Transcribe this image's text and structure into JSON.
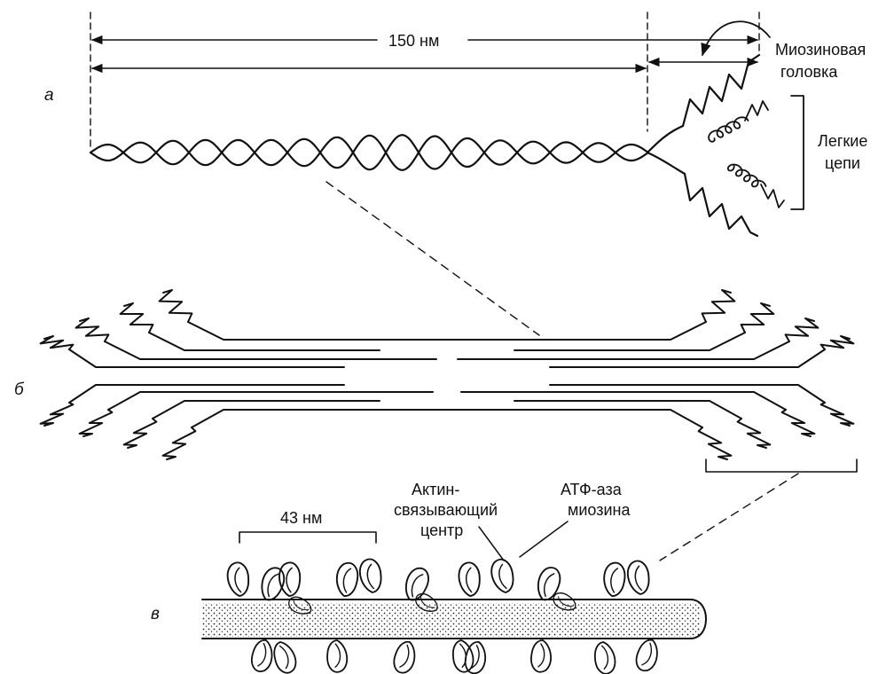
{
  "panels": {
    "a": "а",
    "b": "б",
    "c": "в"
  },
  "labels": {
    "length_150": "150 нм",
    "myosin_head_line1": "Миозиновая",
    "myosin_head_line2": "головка",
    "light_chains_line1": "Легкие",
    "light_chains_line2": "цепи",
    "length_43": "43 нм",
    "actin_binding_line1": "Актин-",
    "actin_binding_line2": "связывающий",
    "actin_binding_line3": "центр",
    "atpase_line1": "АТФ-аза",
    "atpase_line2": "миозина"
  }
}
